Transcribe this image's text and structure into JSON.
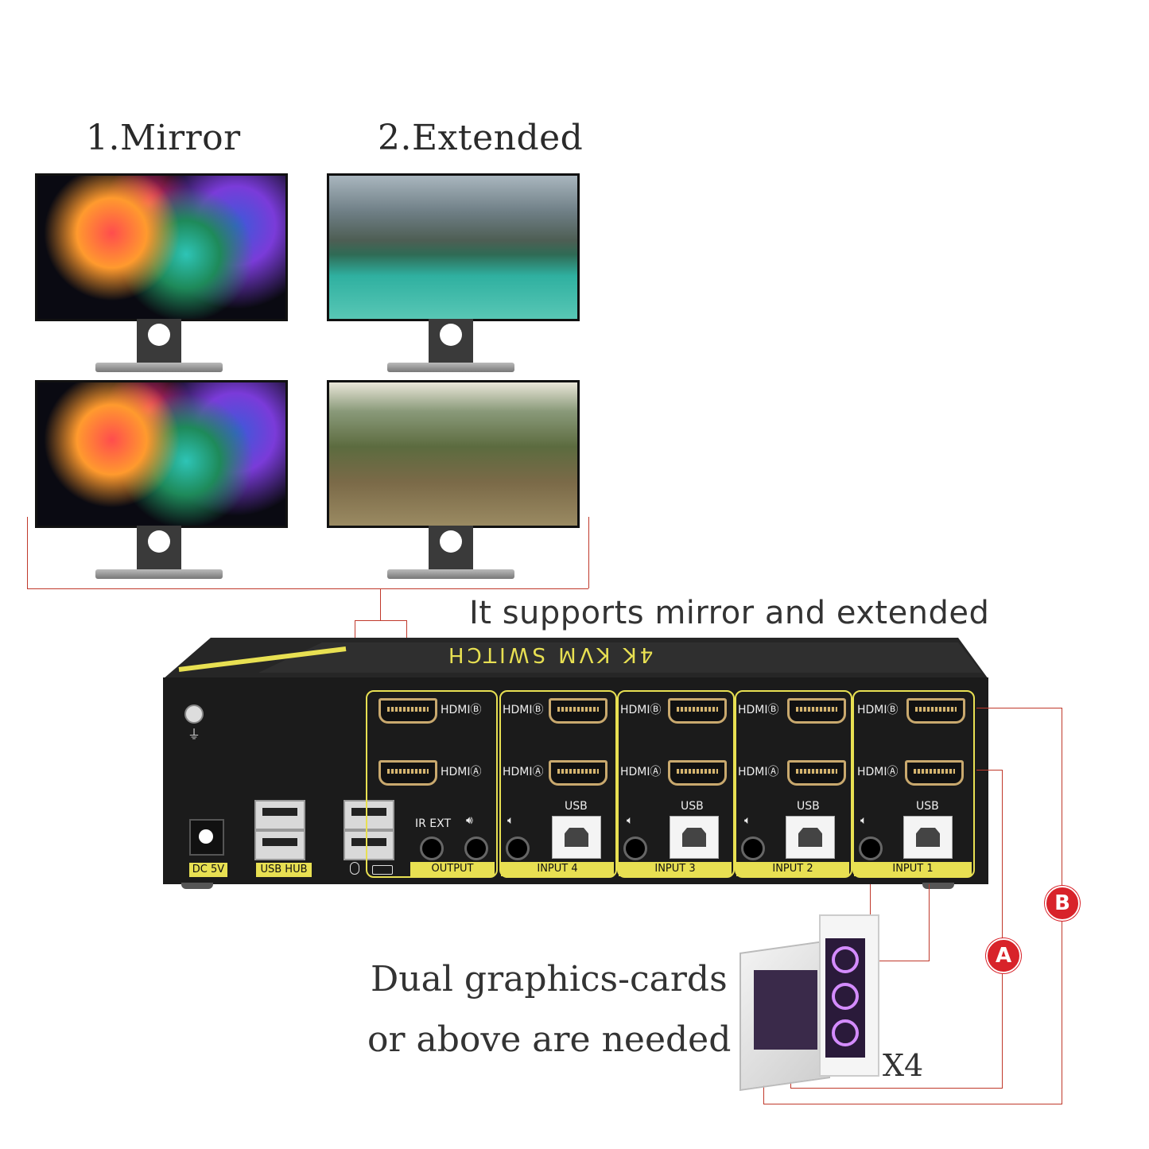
{
  "modes": {
    "mirror_title": "1.Mirror",
    "extended_title": "2.Extended"
  },
  "captions": {
    "support": "It supports mirror and extended",
    "requirement_line1": "Dual graphics-cards",
    "requirement_line2": "or above are needed",
    "pc_count": "X4"
  },
  "device": {
    "top_label": "4K KVM SWITCH",
    "power_label": "DC 5V",
    "usb_hub_label": "USB HUB",
    "output_label": "OUTPUT",
    "ir_label": "IR EXT",
    "hdmi_a": "HDMIⒶ",
    "hdmi_b": "HDMIⒷ",
    "usb_label": "USB",
    "inputs": [
      "INPUT 4",
      "INPUT 3",
      "INPUT 2",
      "INPUT 1"
    ]
  },
  "badges": {
    "a": "A",
    "b": "B"
  },
  "colors": {
    "accent": "#e8e052",
    "wire": "#c0392b",
    "badge": "#d8232a",
    "body": "#1b1b1b"
  }
}
